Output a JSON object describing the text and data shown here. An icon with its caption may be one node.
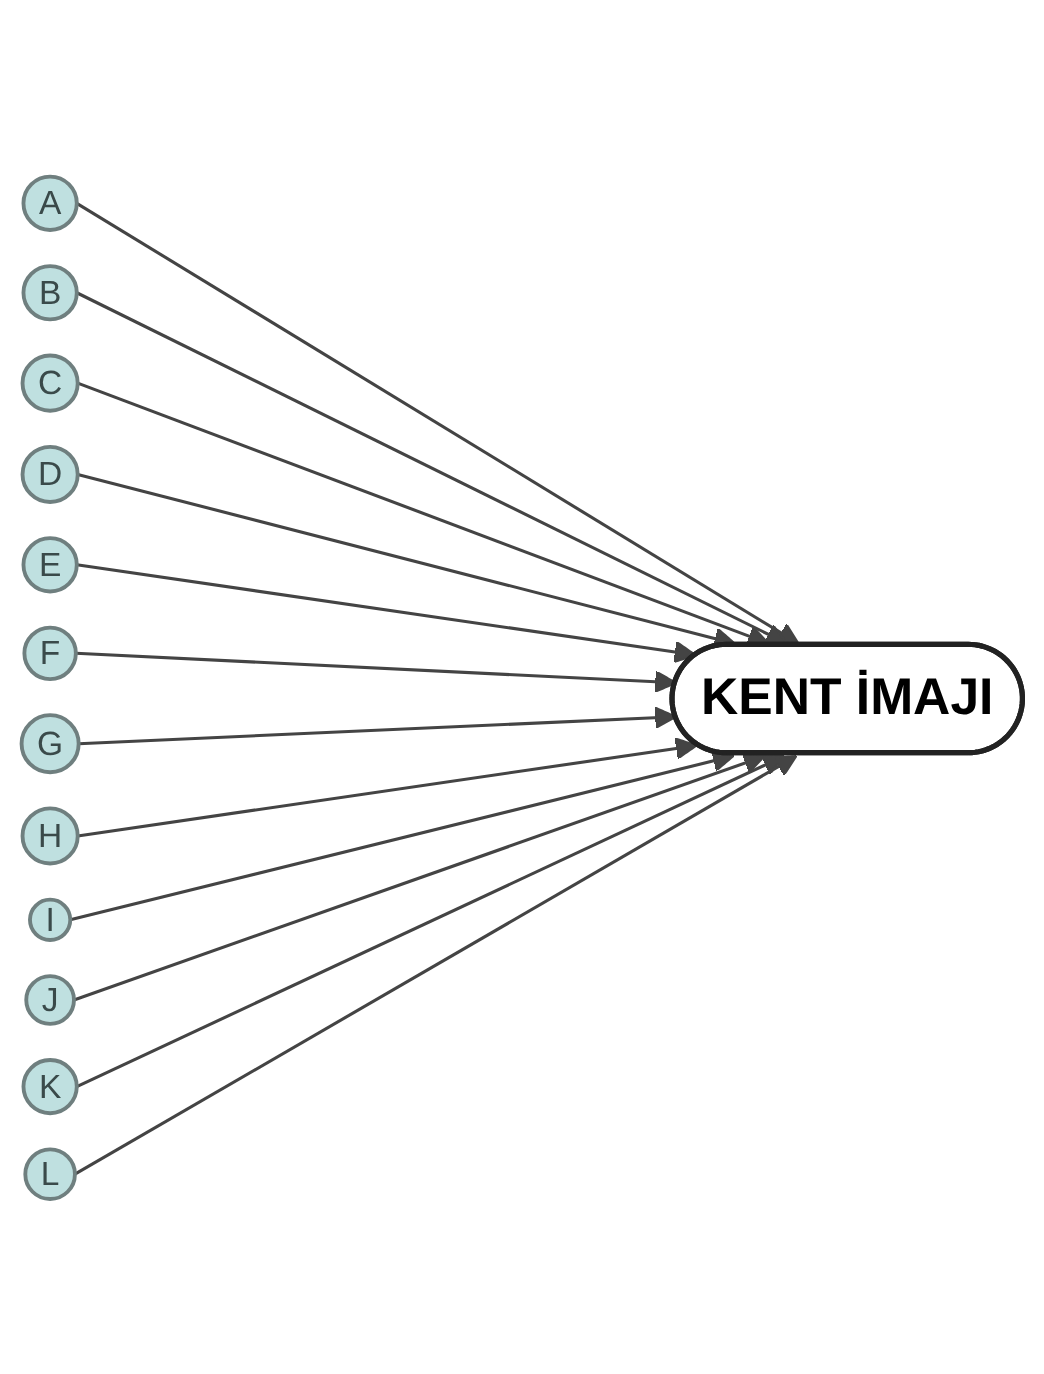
{
  "diagram": {
    "nodes": [
      {
        "text": [
          "A"
        ]
      },
      {
        "text": [
          "B"
        ]
      },
      {
        "text": [
          "C"
        ]
      },
      {
        "text": [
          "D"
        ]
      },
      {
        "text": [
          "E"
        ]
      },
      {
        "text": [
          "F"
        ]
      },
      {
        "text": [
          "G"
        ]
      },
      {
        "text": [
          "H"
        ]
      },
      {
        "text": [
          "I"
        ]
      },
      {
        "text": [
          "J"
        ]
      },
      {
        "text": [
          "K"
        ]
      },
      {
        "text": [
          "L"
        ]
      },
      {
        "text": [
          "KENT İMAJI"
        ]
      }
    ],
    "edges": [
      {
        "from": 0,
        "to": 12,
        "arrow": "to"
      },
      {
        "from": 1,
        "to": 12,
        "arrow": "to"
      },
      {
        "from": 2,
        "to": 12,
        "arrow": "to"
      },
      {
        "from": 3,
        "to": 12,
        "arrow": "to"
      },
      {
        "from": 4,
        "to": 12,
        "arrow": "to"
      },
      {
        "from": 5,
        "to": 12,
        "arrow": "to"
      },
      {
        "from": 6,
        "to": 12,
        "arrow": "to"
      },
      {
        "from": 7,
        "to": 12,
        "arrow": "to"
      },
      {
        "from": 8,
        "to": 12,
        "arrow": "to"
      },
      {
        "from": 9,
        "to": 12,
        "arrow": "to"
      },
      {
        "from": 10,
        "to": 12,
        "arrow": "to"
      },
      {
        "from": 11,
        "to": 12,
        "arrow": "to"
      }
    ]
  }
}
